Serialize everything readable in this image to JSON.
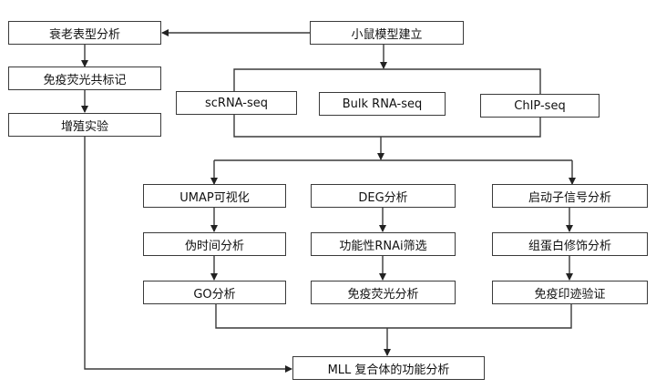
{
  "diagram": {
    "type": "flowchart",
    "nodes": {
      "senescence": "衰老表型分析",
      "immunofluorescence_colabel": "免疫荧光共标记",
      "proliferation": "增殖实验",
      "mouse_model": "小鼠模型建立",
      "scrna": "scRNA-seq",
      "bulk": "Bulk RNA-seq",
      "chip": "ChIP-seq",
      "umap": "UMAP可视化",
      "pseudotime": "伪时间分析",
      "go": "GO分析",
      "deg": "DEG分析",
      "rnai": "功能性RNAi筛选",
      "if_analysis": "免疫荧光分析",
      "promoter": "启动子信号分析",
      "histone": "组蛋白修饰分析",
      "western": "免疫印迹验证",
      "final": "MLL 复合体的功能分析"
    },
    "edges": [
      [
        "mouse_model",
        "senescence"
      ],
      [
        "senescence",
        "immunofluorescence_colabel"
      ],
      [
        "immunofluorescence_colabel",
        "proliferation"
      ],
      [
        "mouse_model",
        "scrna|bulk|chip"
      ],
      [
        "scrna|bulk|chip",
        "umap|deg|promoter"
      ],
      [
        "umap",
        "pseudotime"
      ],
      [
        "pseudotime",
        "go"
      ],
      [
        "deg",
        "rnai"
      ],
      [
        "rnai",
        "if_analysis"
      ],
      [
        "promoter",
        "histone"
      ],
      [
        "histone",
        "western"
      ],
      [
        "go|if_analysis|western",
        "final"
      ],
      [
        "proliferation",
        "final"
      ]
    ]
  }
}
